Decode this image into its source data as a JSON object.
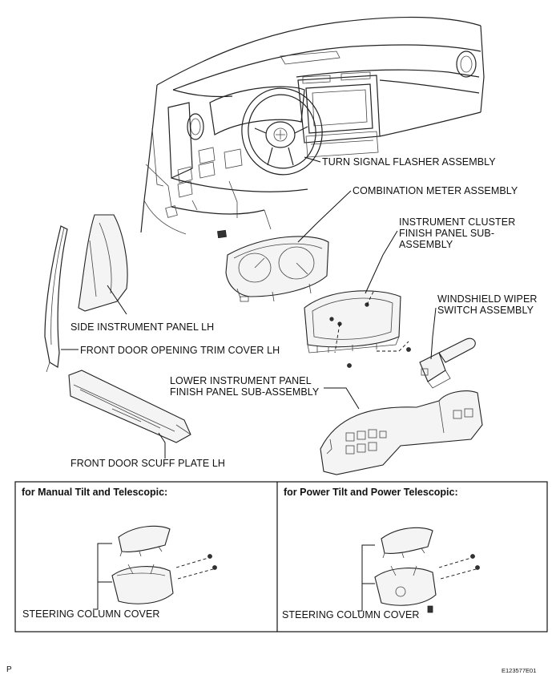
{
  "labels": {
    "turn_signal": "TURN SIGNAL FLASHER ASSEMBLY",
    "combination_meter": "COMBINATION METER ASSEMBLY",
    "instrument_cluster": "INSTRUMENT CLUSTER\nFINISH PANEL SUB-\nASSEMBLY",
    "wiper_switch": "WINDSHIELD WIPER\nSWITCH ASSEMBLY",
    "side_panel": "SIDE INSTRUMENT PANEL LH",
    "door_trim": "FRONT DOOR OPENING TRIM COVER LH",
    "lower_panel": "LOWER INSTRUMENT PANEL\nFINISH PANEL SUB-ASSEMBLY",
    "scuff_plate": "FRONT DOOR SCUFF PLATE LH"
  },
  "boxes": [
    {
      "title": "for Manual Tilt and Telescopic:",
      "part_label": "STEERING COLUMN COVER"
    },
    {
      "title": "for Power Tilt and Power Telescopic:",
      "part_label": "STEERING COLUMN COVER"
    }
  ],
  "footer": {
    "left": "P",
    "right": "E123577E01"
  }
}
